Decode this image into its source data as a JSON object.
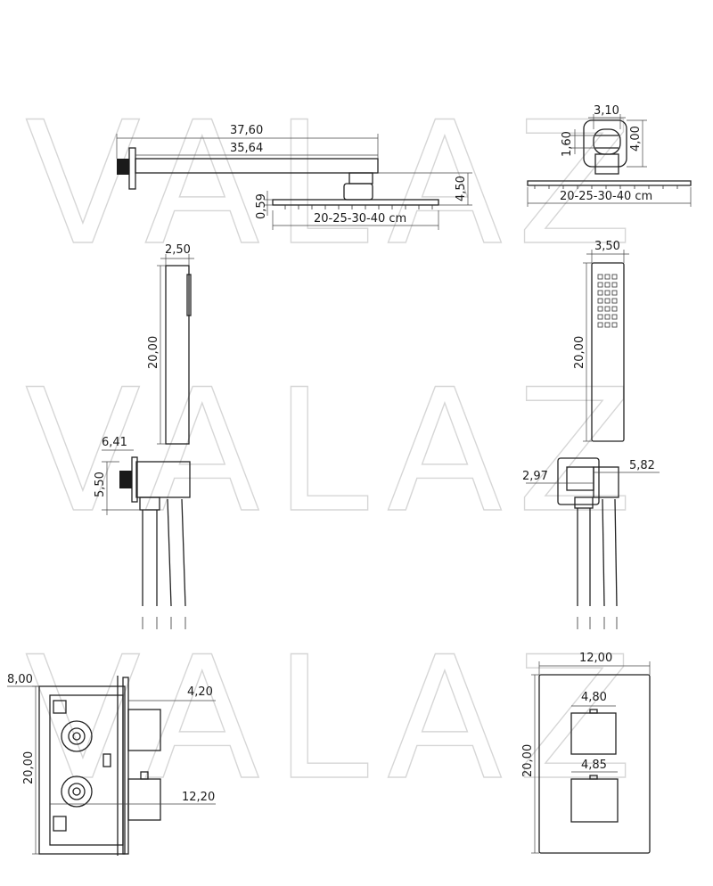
{
  "watermark": {
    "text": "VALAZ",
    "color": "#d6d6d6"
  },
  "views": {
    "rain_head_side": {
      "arm_total": "37,60",
      "arm_length": "35,64",
      "height": "4,50",
      "plate_thickness": "0,59",
      "plate_sizes": "20-25-30-40 cm"
    },
    "rain_head_front": {
      "connector_width": "3,10",
      "connector_height": "4,00",
      "nut_height": "1,60",
      "plate_sizes": "20-25-30-40 cm"
    },
    "hand_shower_side": {
      "handle_width": "2,50",
      "handle_length": "20,00",
      "holder_depth": "6,41",
      "holder_height": "5,50"
    },
    "hand_shower_front": {
      "handle_width": "3,50",
      "handle_length": "20,00",
      "holder_inner": "2,97",
      "holder_outer": "5,82"
    },
    "valve_side": {
      "body_depth": "8,00",
      "knob_depth": "4,20",
      "height": "20,00",
      "total_depth": "12,20"
    },
    "valve_front": {
      "plate_width": "12,00",
      "plate_height": "20,00",
      "knob_top_width": "4,80",
      "knob_bottom_width": "4,85"
    }
  }
}
